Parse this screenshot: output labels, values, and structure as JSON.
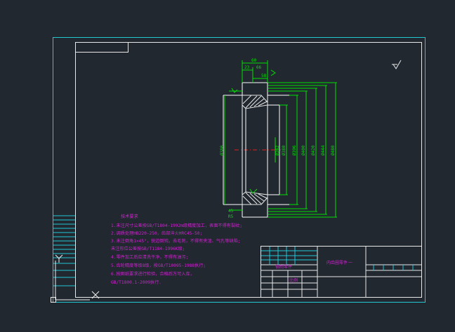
{
  "colors": {
    "background": "#212830",
    "sheet_border": "#22c8d4",
    "frame": "#e8e8e8",
    "part_outline": "#ffffff",
    "dimension": "#00e000",
    "notes": "#d020d0",
    "centerline": "#e02020",
    "hatch": "#e8e8e8",
    "ucs": "#f0f0f0"
  },
  "icons": {
    "roughness": "surface-roughness-symbol",
    "ucs": "ucs-axis-icon"
  },
  "drawing": {
    "dims_top": [
      "60",
      "23",
      "66"
    ],
    "dims_left": [
      "45",
      "R5"
    ],
    "dim_small_right": "58",
    "dims_vertical": [
      "Ø380",
      "Ø262",
      "Ø380",
      "Ø396",
      "Ø400",
      "Ø420",
      "Ø444",
      "Ø480"
    ]
  },
  "notes": {
    "title": "技术要求",
    "lines": [
      "1.未注尺寸公差按GB/T1804-1992m级精度加工，表面不得有裂纹;",
      "2.调质处理HB220-250，齿部淬火HRC45-50;",
      "3.未注倒角1×45°，锐边倒钝，去毛刺，不得有夹渣、气孔等缺陷;",
      "  未注形位公差按GB/T1184-1996K级;",
      "4.零件加工后应清洗干净，不得有油污;",
      "5.齿轮精度等级8级，按GB/T10095-1988执行;",
      "6.按图纸要求进行检验，合格后方可入库，",
      "  GB/T1800.1-2009执行."
    ]
  },
  "title_block": {
    "drawing_name": "内齿圈零件",
    "sheet_no": "一",
    "left_label": "钢制零件",
    "scale_label": "比例"
  }
}
